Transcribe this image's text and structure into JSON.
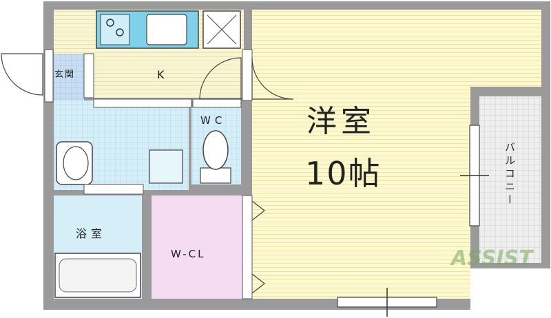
{
  "rooms": {
    "entrance": "玄関",
    "kitchen": "K",
    "wc": "WC",
    "western_room": "洋室",
    "western_room_size": "10帖",
    "bathroom": "浴室",
    "walk_in_closet": "W-CL",
    "balcony": "バルコニー"
  },
  "watermark": "ASSIST",
  "colors": {
    "western_floor": "#fbf8d2",
    "western_stripe": "#ece79b",
    "kitchen_floor": "#f7f3d0",
    "tile_blue": "#cfe9f5",
    "tile_grid": "#a9d6ec",
    "closet_pink": "#f6dcf3",
    "balcony_gray": "#e3e3e3",
    "wall": "#8a8a8a",
    "watermark_green": "#78aa5a"
  }
}
